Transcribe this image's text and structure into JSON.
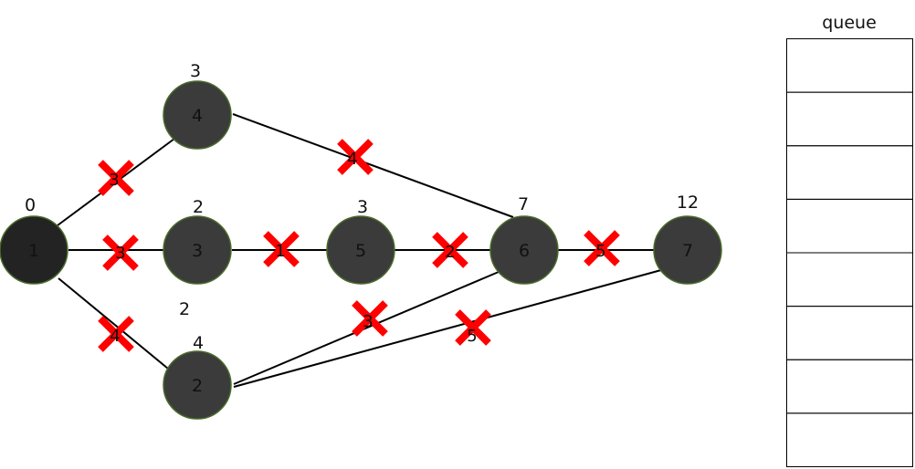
{
  "colors": {
    "node_fill": "#3b3b3b",
    "start_node_fill": "#232323",
    "node_stroke": "#4a6a2a",
    "edge": "#000000",
    "cross": "#ff0000",
    "text": "#111111"
  },
  "queue": {
    "title": "queue",
    "slots": 8
  },
  "nodes": [
    {
      "id": "n1",
      "label": "1",
      "dist": "0",
      "start": true
    },
    {
      "id": "n4",
      "label": "4",
      "dist": "3"
    },
    {
      "id": "n3",
      "label": "3",
      "dist": "2"
    },
    {
      "id": "n5",
      "label": "5",
      "dist": "3"
    },
    {
      "id": "n6",
      "label": "6",
      "dist": "7"
    },
    {
      "id": "n7",
      "label": "7",
      "dist": "12"
    },
    {
      "id": "n2",
      "label": "2",
      "dist": "4"
    }
  ],
  "extra_labels": [
    {
      "id": "stray-2",
      "text": "2"
    }
  ],
  "edges": [
    {
      "id": "e1-4",
      "from": "1",
      "to": "4",
      "weight": "3"
    },
    {
      "id": "e1-3",
      "from": "1",
      "to": "3",
      "weight": "3"
    },
    {
      "id": "e1-2",
      "from": "1",
      "to": "2",
      "weight": "4"
    },
    {
      "id": "e4-6",
      "from": "4",
      "to": "6",
      "weight": "4"
    },
    {
      "id": "e3-5",
      "from": "3",
      "to": "5",
      "weight": "1"
    },
    {
      "id": "e5-6",
      "from": "5",
      "to": "6",
      "weight": "2"
    },
    {
      "id": "e6-7",
      "from": "6",
      "to": "7",
      "weight": "5"
    },
    {
      "id": "e2-6",
      "from": "2",
      "to": "6",
      "weight": "3"
    },
    {
      "id": "e2-7",
      "from": "2",
      "to": "7",
      "weight": "5"
    }
  ]
}
